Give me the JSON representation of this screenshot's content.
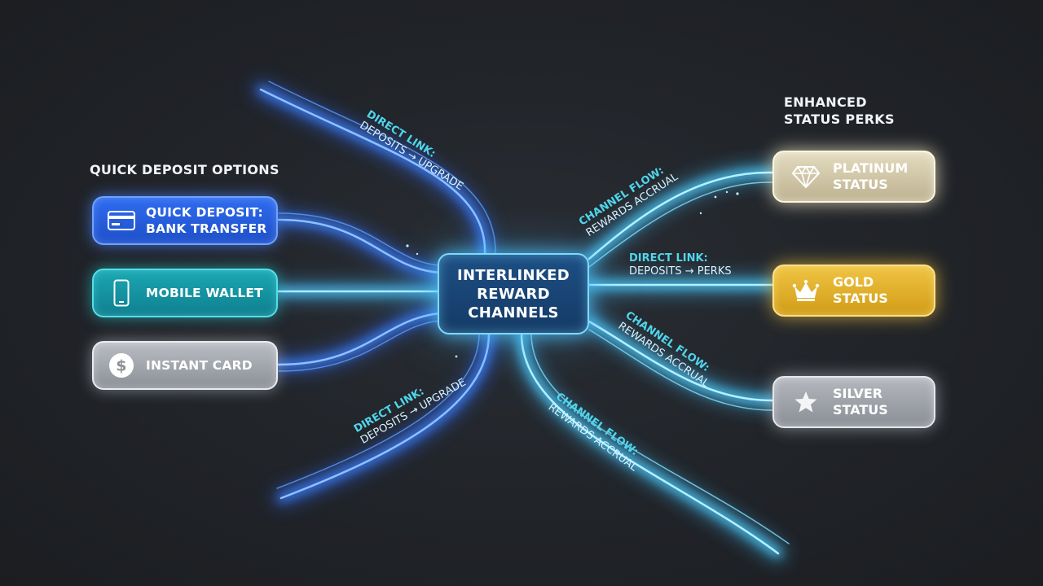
{
  "left_section": {
    "title": "QUICK DEPOSIT OPTIONS"
  },
  "right_section": {
    "title": "ENHANCED STATUS PERKS"
  },
  "hub": {
    "label": "INTERLINKED REWARD CHANNELS"
  },
  "deposit_options": [
    {
      "label": "QUICK DEPOSIT: BANK TRANSFER",
      "icon": "bank-card-icon",
      "color": "#2f6cf0"
    },
    {
      "label": "MOBILE WALLET",
      "icon": "smartphone-icon",
      "color": "#1ba7b3"
    },
    {
      "label": "INSTANT CARD",
      "icon": "dollar-coin-icon",
      "color": "#a3a8ae"
    }
  ],
  "status_tiers": [
    {
      "label": "PLATINUM STATUS",
      "icon": "diamond-icon",
      "color": "#e4dcc0"
    },
    {
      "label": "GOLD STATUS",
      "icon": "crown-icon",
      "color": "#f0c443"
    },
    {
      "label": "SILVER STATUS",
      "icon": "star-icon",
      "color": "#b4b8be"
    }
  ],
  "flow_labels": [
    {
      "title": "DIRECT LINK:",
      "text": "DEPOSITS → UPGRADE"
    },
    {
      "title": "CHANNEL FLOW:",
      "text": "REWARDS ACCRUAL"
    },
    {
      "title": "DIRECT LINK:",
      "text": "DEPOSITS → PERKS"
    },
    {
      "title": "CHANNEL FLOW:",
      "text": "REWARDS ACCRUAL"
    },
    {
      "title": "DIRECT LINK:",
      "text": "DEPOSITS → UPGRADE"
    },
    {
      "title": "CHANNEL FLOW:",
      "text": "REWARDS ACCRUAL"
    }
  ],
  "colors": {
    "flow_blue": "#2f7bff",
    "flow_cyan": "#4fd6ec",
    "background": "#1f2227"
  }
}
